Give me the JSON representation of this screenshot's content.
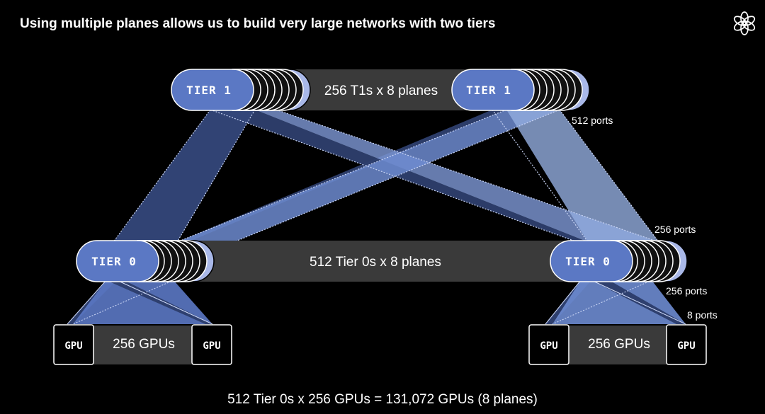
{
  "title": "Using multiple planes allows us to build very large networks with two tiers",
  "logo": {
    "icon": "openai-logo-icon"
  },
  "tier1": {
    "label": "TIER 1",
    "band_text": "256 T1s x 8 planes",
    "ports_label": "512 ports"
  },
  "tier0": {
    "label": "TIER 0",
    "band_text": "512 Tier 0s x 8 planes",
    "uplink_ports_label": "256 ports",
    "downlink_ports_label": "256 ports"
  },
  "gpus": {
    "label": "GPU",
    "band_text": "256 GPUs",
    "ports_label": "8 ports"
  },
  "footer": "512 Tier 0s x 256 GPUs = 131,072 GPUs (8 planes)",
  "colors": {
    "background": "#000000",
    "tier_blue": "#5b78c4",
    "plane_light": "#a9b8e8",
    "band_gray": "#3a3a3a",
    "fan_dark": "#2e3f6e",
    "fan_mid": "#6d8bd0",
    "fan_light": "#94aee0"
  }
}
